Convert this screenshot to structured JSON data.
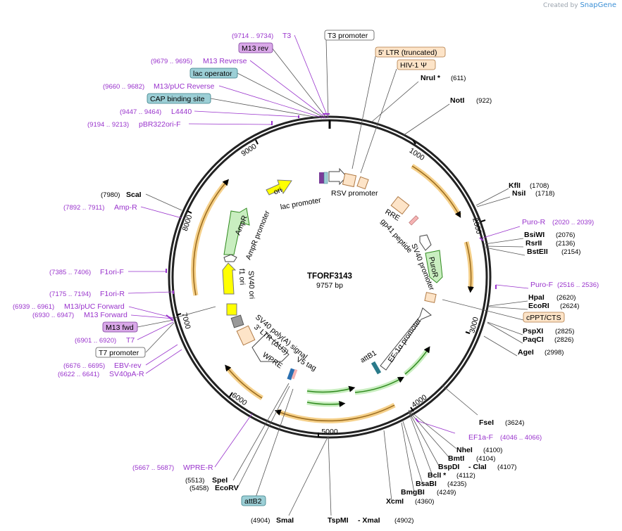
{
  "credit": {
    "prefix": "Created by",
    "brand": "SnapGene"
  },
  "plasmid": {
    "name": "TFORF3143",
    "size": "9757 bp",
    "length": 9757
  },
  "ticks": [
    "1000",
    "2000",
    "3000",
    "4000",
    "5000",
    "6000",
    "7000",
    "8000",
    "9000"
  ],
  "features": [
    "lac promoter",
    "RSV promoter",
    "ori",
    "RRE",
    "gp41 peptide",
    "AmpR",
    "AmpR promoter",
    "SV40 promoter",
    "PuroR",
    "f1 ori",
    "SV40 ori",
    "SV40 poly(A) signal",
    "3' LTR (ΔU3)",
    "V5 tag",
    "WPRE",
    "attB1",
    "EF-1α promoter"
  ],
  "enzymes": [
    {
      "name": "NruI *",
      "pos": "(611)"
    },
    {
      "name": "NotI",
      "pos": "(922)"
    },
    {
      "name": "KflI",
      "pos": "(1708)"
    },
    {
      "name": "NsiI",
      "pos": "(1718)"
    },
    {
      "name": "BsiWI",
      "pos": "(2076)"
    },
    {
      "name": "RsrII",
      "pos": "(2136)"
    },
    {
      "name": "BstEII",
      "pos": "(2154)"
    },
    {
      "name": "HpaI",
      "pos": "(2620)"
    },
    {
      "name": "EcoRI",
      "pos": "(2624)"
    },
    {
      "name": "PspXI",
      "pos": "(2825)"
    },
    {
      "name": "PaqCI",
      "pos": "(2826)"
    },
    {
      "name": "AgeI",
      "pos": "(2998)"
    },
    {
      "name": "FseI",
      "pos": "(3624)"
    },
    {
      "name": "NheI",
      "pos": "(4100)"
    },
    {
      "name": "BmtI",
      "pos": "(4104)"
    },
    {
      "name": "BspDI",
      "pos": ""
    },
    {
      "name": "- ClaI",
      "pos": "(4107)"
    },
    {
      "name": "BclI *",
      "pos": "(4112)"
    },
    {
      "name": "BsaBI",
      "pos": "(4235)"
    },
    {
      "name": "BmgBI",
      "pos": "(4249)"
    },
    {
      "name": "XcmI",
      "pos": "(4360)"
    },
    {
      "name": "TspMI",
      "pos": ""
    },
    {
      "name": "- XmaI",
      "pos": "(4902)"
    },
    {
      "name": "SmaI",
      "pos": "(4904)"
    },
    {
      "name": "EcoRV",
      "pos": "(5458)"
    },
    {
      "name": "SpeI",
      "pos": "(5513)"
    },
    {
      "name": "ScaI",
      "pos": "(7980)"
    }
  ],
  "primers": [
    {
      "name": "T3",
      "pos": "(9714 .. 9734)"
    },
    {
      "name": "M13 Reverse",
      "pos": "(9679 .. 9695)"
    },
    {
      "name": "M13/pUC Reverse",
      "pos": "(9660 .. 9682)"
    },
    {
      "name": "L4440",
      "pos": "(9447 .. 9464)"
    },
    {
      "name": "pBR322ori-F",
      "pos": "(9194 .. 9213)"
    },
    {
      "name": "Puro-R",
      "pos": "(2020 .. 2039)"
    },
    {
      "name": "Puro-F",
      "pos": "(2516 .. 2536)"
    },
    {
      "name": "EF1a-F",
      "pos": "(4046 .. 4066)"
    },
    {
      "name": "Amp-R",
      "pos": "(7892 .. 7911)"
    },
    {
      "name": "F1ori-F",
      "pos": "(7385 .. 7406)"
    },
    {
      "name": "F1ori-R",
      "pos": "(7175 .. 7194)"
    },
    {
      "name": "M13/pUC Forward",
      "pos": "(6939 .. 6961)"
    },
    {
      "name": "M13 Forward",
      "pos": "(6930 .. 6947)"
    },
    {
      "name": "T7",
      "pos": "(6901 .. 6920)"
    },
    {
      "name": "EBV-rev",
      "pos": "(6676 .. 6695)"
    },
    {
      "name": "SV40pA-R",
      "pos": "(6622 .. 6641)"
    },
    {
      "name": "WPRE-R",
      "pos": "(5667 .. 5687)"
    }
  ],
  "boxes": [
    {
      "name": "T3 promoter",
      "fill": "#ffffff",
      "stroke": "#555555"
    },
    {
      "name": "M13 rev",
      "fill": "#d9a8e8",
      "stroke": "#7a3d99"
    },
    {
      "name": "5' LTR (truncated)",
      "fill": "#fde4c8",
      "stroke": "#b07a45"
    },
    {
      "name": "HIV-1 Ψ",
      "fill": "#fde4c8",
      "stroke": "#b07a45"
    },
    {
      "name": "lac operator",
      "fill": "#9ccfd6",
      "stroke": "#3a7f88"
    },
    {
      "name": "CAP binding site",
      "fill": "#9ccfd6",
      "stroke": "#3a7f88"
    },
    {
      "name": "cPPT/CTS",
      "fill": "#fde4c8",
      "stroke": "#b07a45"
    },
    {
      "name": "M13 fwd",
      "fill": "#d9a8e8",
      "stroke": "#7a3d99"
    },
    {
      "name": "T7 promoter",
      "fill": "#ffffff",
      "stroke": "#555555"
    },
    {
      "name": "attB2",
      "fill": "#9ccfd6",
      "stroke": "#3a7f88"
    }
  ],
  "colors": {
    "primer": "#9933cc",
    "orf": "#f0a830",
    "green": "#2f8a1e",
    "backbone": "#222222"
  }
}
